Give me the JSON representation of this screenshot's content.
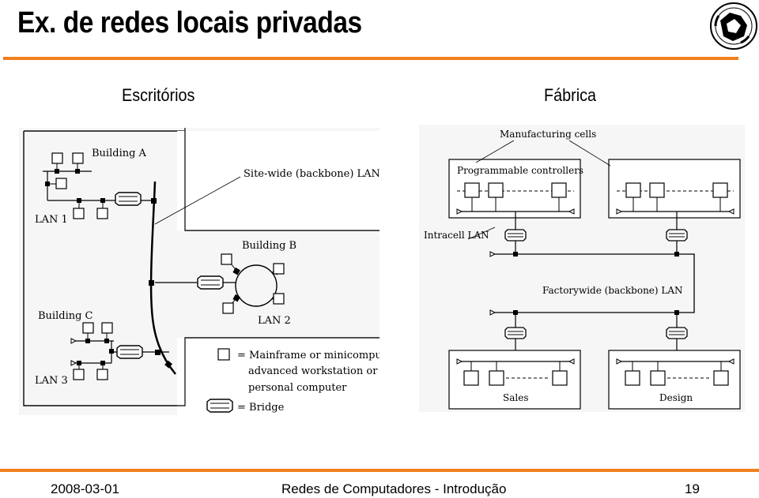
{
  "slide": {
    "title": "Ex. de redes locais privadas",
    "left_heading": "Escritórios",
    "right_heading": "Fábrica"
  },
  "office_diagram": {
    "building_a": "Building A",
    "backbone": "Site-wide (backbone) LAN",
    "lan1": "LAN 1",
    "building_b": "Building B",
    "building_c": "Building C",
    "lan2": "LAN 2",
    "lan3": "LAN 3",
    "legend_computer_1": "= Mainframe or minicomputer,",
    "legend_computer_2": "advanced workstation or",
    "legend_computer_3": "personal computer",
    "legend_bridge": "= Bridge"
  },
  "factory_diagram": {
    "manufacturing_cells": "Manufacturing cells",
    "programmable_controllers": "Programmable controllers",
    "intracell_lan": "Intracell LAN",
    "factorywide_lan": "Factorywide (backbone) LAN",
    "sales": "Sales",
    "design": "Design"
  },
  "footer": {
    "date": "2008-03-01",
    "course": "Redes de Computadores - Introdução",
    "page": "19"
  },
  "colors": {
    "accent": "#f07f1e"
  }
}
